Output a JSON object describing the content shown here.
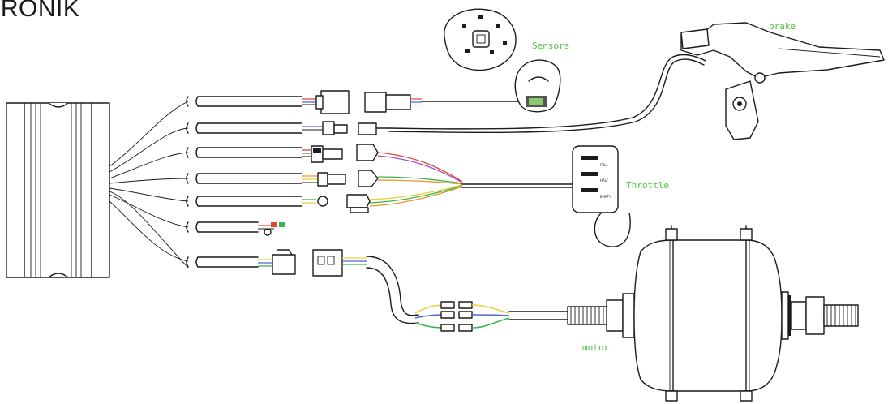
{
  "brand": "TRONIK",
  "labels": {
    "sensors": "Sensors",
    "brake": "brake",
    "throttle": "Throttle",
    "motor": "motor"
  },
  "throttle_indicator": [
    "FULL",
    "HALF",
    "EMPTY"
  ],
  "colors": {
    "label": "#4fc142",
    "wire_red": "#e0453a",
    "wire_blue": "#4a66d8",
    "wire_green": "#38b54a",
    "wire_yellow": "#e8d23a",
    "wire_orange": "#e8962a",
    "wire_purple": "#a050c0",
    "ink": "#1c1c1c"
  }
}
